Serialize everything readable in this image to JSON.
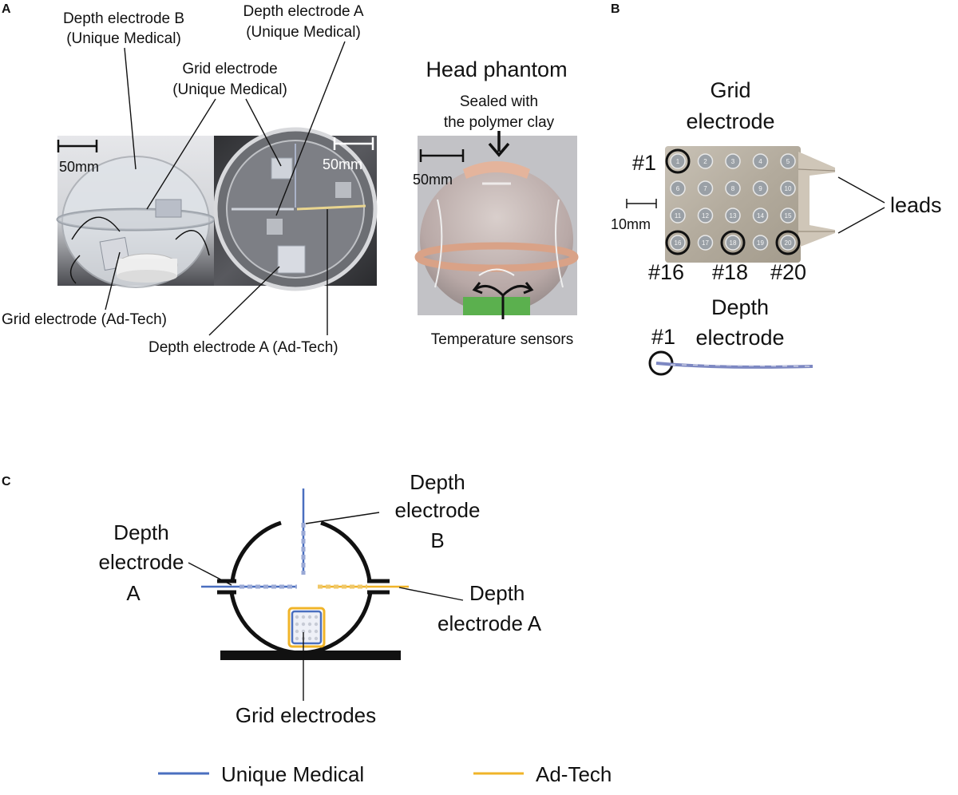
{
  "panels": {
    "a": {
      "letter": "A",
      "callouts": {
        "depth_b_unique": [
          "Depth electrode B",
          "(Unique Medical)"
        ],
        "depth_a_unique": [
          "Depth electrode A",
          "(Unique Medical)"
        ],
        "grid_unique": [
          "Grid electrode",
          "(Unique Medical)"
        ],
        "grid_adtech": "Grid electrode (Ad-Tech)",
        "depth_a_adtech": "Depth electrode A (Ad-Tech)"
      },
      "scale_left": "50mm",
      "scale_right": "50mm",
      "phantom": {
        "title": "Head phantom",
        "sealed": [
          "Sealed with",
          "the polymer clay"
        ],
        "scale": "50mm",
        "sensors": "Temperature sensors"
      }
    },
    "b": {
      "letter": "B",
      "grid_title": [
        "Grid",
        "electrode"
      ],
      "leads": "leads",
      "scale": "10mm",
      "markers": [
        "#1",
        "#16",
        "#18",
        "#20"
      ],
      "depth_title": [
        "Depth",
        "electrode"
      ],
      "depth_marker": "#1",
      "grid_numbers": [
        "1",
        "2",
        "3",
        "4",
        "5",
        "6",
        "7",
        "8",
        "9",
        "10",
        "11",
        "12",
        "13",
        "14",
        "15",
        "16",
        "17",
        "18",
        "19",
        "20"
      ]
    },
    "c": {
      "letter": "C",
      "depth_b": [
        "Depth",
        "electrode",
        "B"
      ],
      "depth_a_left": [
        "Depth",
        "electrode",
        "A"
      ],
      "depth_a_right": [
        "Depth",
        "electrode A"
      ],
      "grid": "Grid electrodes"
    }
  },
  "legend": [
    {
      "label": "Unique Medical",
      "color": "#4a6fbf"
    },
    {
      "label": "Ad-Tech",
      "color": "#f0b429"
    }
  ]
}
